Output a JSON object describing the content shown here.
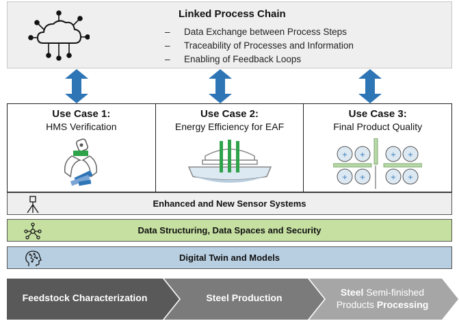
{
  "top": {
    "title": "Linked Process Chain",
    "bullets": [
      {
        "dash": "–",
        "text": "Data Exchange between Process Steps"
      },
      {
        "dash": "–",
        "text": "Traceability of Processes and Information"
      },
      {
        "dash": "–",
        "text": "Enabling of Feedback Loops"
      }
    ]
  },
  "use_cases": [
    {
      "title": "Use Case 1:",
      "subtitle": "HMS Verification"
    },
    {
      "title": "Use Case 2:",
      "subtitle": "Energy Efficiency for EAF"
    },
    {
      "title": "Use Case 3:",
      "subtitle": "Final Product Quality"
    }
  ],
  "bands": {
    "sensor": "Enhanced and New Sensor Systems",
    "data": "Data Structuring, Data Spaces and Security",
    "twin": "Digital Twin and Models"
  },
  "chain": {
    "step1": "Feedstock Characterization",
    "step2": "Steel Production",
    "step3_bold1": "Steel",
    "step3_normal1": " Semi-finished",
    "step3_normal2": "Products ",
    "step3_bold2": "Processing"
  },
  "colors": {
    "arrow": "#2e75b6",
    "green_band": "#c6e0a2",
    "blue_band": "#b8cfe1",
    "grey_band": "#efefef",
    "chevron_dark": "#595959",
    "chevron_mid": "#7b7b7b",
    "chevron_light": "#a6a6a6",
    "icon_green": "#2ea34a"
  }
}
